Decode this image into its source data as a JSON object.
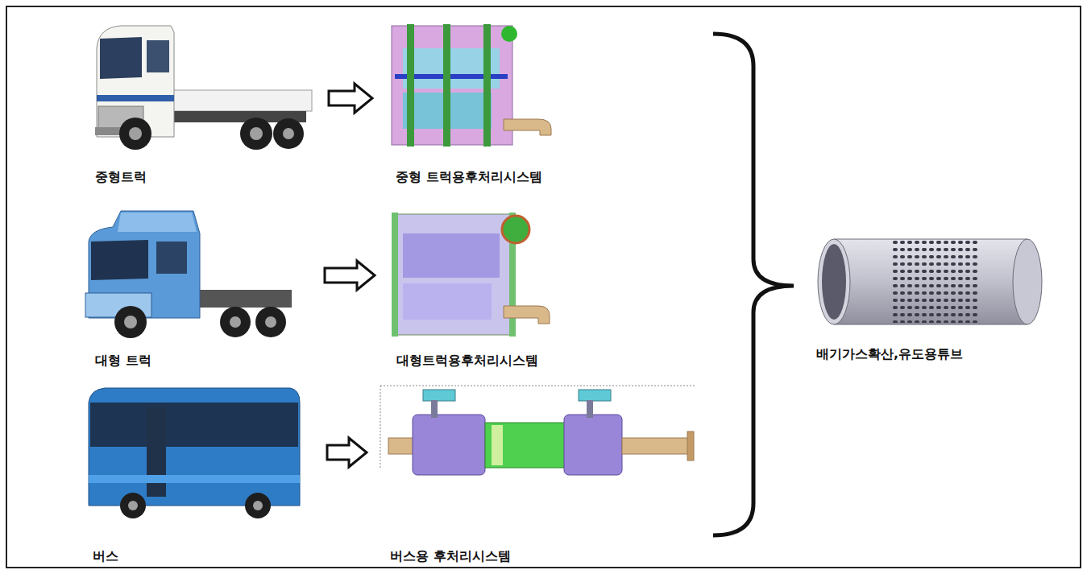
{
  "diagram": {
    "nodes": [
      {
        "text": [
          "중형트럭"
        ]
      },
      {
        "text": [
          "중형 트럭용후처리시스템"
        ]
      },
      {
        "text": [
          "대형 트럭"
        ]
      },
      {
        "text": [
          "대형트럭용후처리시스템"
        ]
      },
      {
        "text": [
          "버스"
        ]
      },
      {
        "text": [
          "버스용 후처리시스템"
        ]
      },
      {
        "text": [
          "배기가스확산,유도용튜브"
        ]
      }
    ],
    "edges": [
      {
        "from": 0,
        "to": 1,
        "arrow": "to"
      },
      {
        "from": 2,
        "to": 3,
        "arrow": "to"
      },
      {
        "from": 4,
        "to": 5,
        "arrow": "to"
      }
    ]
  }
}
